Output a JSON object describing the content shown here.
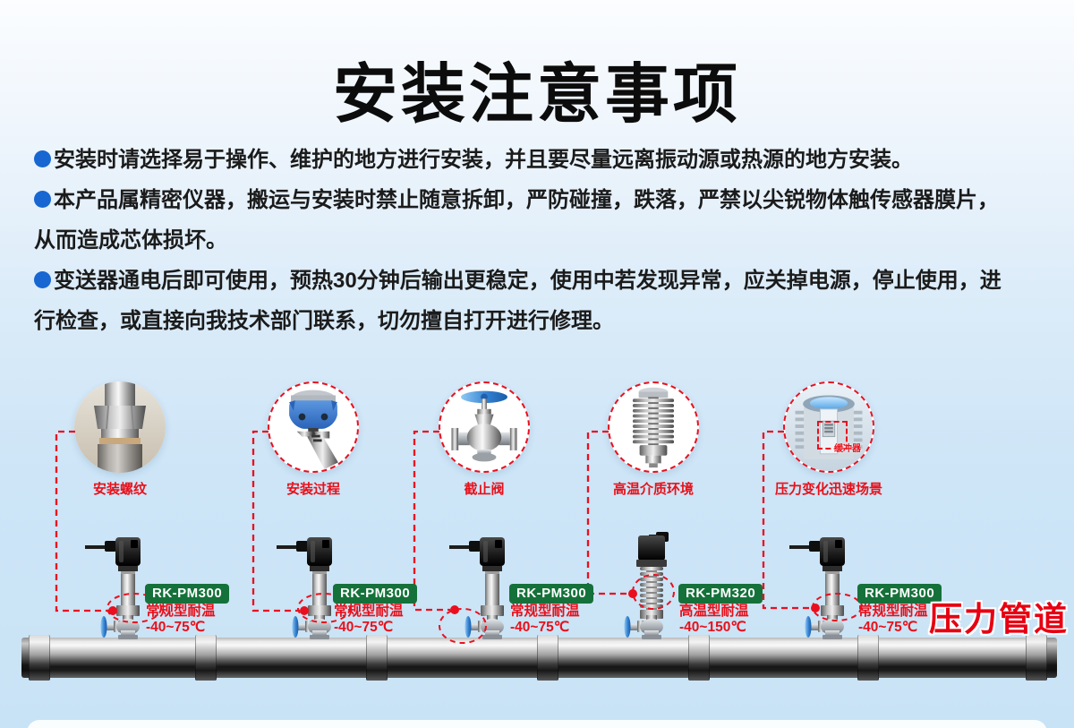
{
  "header": {
    "title": "安装注意事项"
  },
  "notes": [
    {
      "text": "安装时请选择易于操作、维护的地方进行安装，并且要尽量远离振动源或热源的地方安装。"
    },
    {
      "text": "本产品属精密仪器，搬运与安装时禁止随意拆卸，严防碰撞，跌落，严禁以尖锐物体触传感器膜片，从而造成芯体损坏。"
    },
    {
      "text": "变送器通电后即可使用，预热30分钟后输出更稳定，使用中若发现异常，应关掉电源，停止使用，进行检查，或直接向我技术部门联系，切勿擅自打开进行修理。"
    }
  ],
  "callouts": [
    {
      "label": "安装螺纹"
    },
    {
      "label": "安装过程"
    },
    {
      "label": "截止阀"
    },
    {
      "label": "高温介质环境"
    },
    {
      "label": "压力变化迅速场景",
      "inner_label": "缓冲器"
    }
  ],
  "transmitters": [
    {
      "model": "RK-PM300",
      "temp_type": "常规型耐温",
      "temp_range": "-40~75℃"
    },
    {
      "model": "RK-PM300",
      "temp_type": "常规型耐温",
      "temp_range": "-40~75℃"
    },
    {
      "model": "RK-PM300",
      "temp_type": "常规型耐温",
      "temp_range": "-40~75℃"
    },
    {
      "model": "RK-PM320",
      "temp_type": "高温型耐温",
      "temp_range": "-40~150℃"
    },
    {
      "model": "RK-PM300",
      "temp_type": "常规型耐温",
      "temp_range": "-40~75℃"
    }
  ],
  "pipe": {
    "label": "压力管道"
  },
  "colors": {
    "accent_red": "#e60012",
    "badge_green": "#15713a",
    "bullet_blue": "#1766d1",
    "background_top": "#fbfdff",
    "background_bottom": "#c9e3f6"
  }
}
